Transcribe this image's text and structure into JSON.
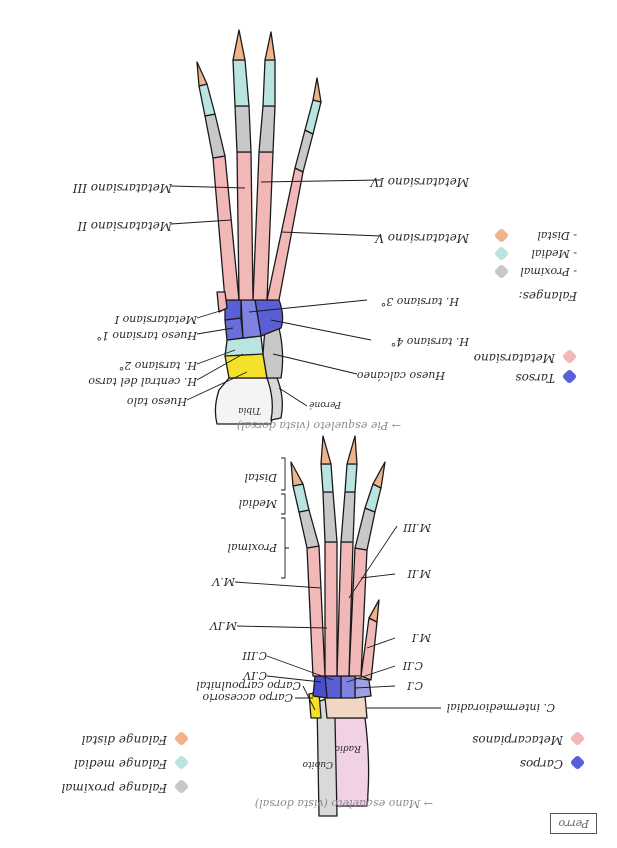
{
  "colors": {
    "metatarsal": "#f2b8b8",
    "tarsal": "#5b5fd6",
    "talus": "#f5e12a",
    "phalanx_proximal": "#c8c8c8",
    "phalanx_medial": "#b9e4e0",
    "phalanx_distal": "#f0b48a",
    "tibia": "#f4f4f4",
    "fibula": "#d9d9d9",
    "accessory": "#f5e12a",
    "radius": "#f1d1e4",
    "ulna": "#d9d9d9"
  },
  "hind": {
    "title": "→ Pie esqueleto (vista dorsal)",
    "labels": {
      "mt_iii": "Metatarsiano III",
      "mt_ii": "Metatarsiano II",
      "mt_iv": "Metatarsiano IV",
      "mt_v": "Metatarsiano V",
      "mt_i": "Metatarsiano I",
      "t3": "H. tarsiano 3°",
      "t1": "Hueso tarsiano 1°",
      "t2": "H. tarsiano 2°",
      "t4": "H. tarsiano 4°",
      "central": "H. central del tarso",
      "talus": "Hueso talo",
      "calcaneus": "Hueso calcáneo",
      "fibula": "Peroné",
      "tibia": "Tibia"
    },
    "legend": {
      "heading": "Falanges:",
      "proximal": "- Proximal",
      "medial": "- Medial",
      "distal": "- Distal",
      "tarsos": "Tarsos",
      "metatarsiano": "Metatarsiano"
    }
  },
  "fore": {
    "title": "→ Mano esqueleto (vista dorsal)",
    "box": "Perro",
    "labels": {
      "m_iii": "M.III",
      "m_ii": "M.II",
      "m_i": "M.I",
      "m_v": "M.V",
      "m_iv": "M.IV",
      "c_iii": "C.III",
      "c_iv": "C.IV",
      "c_ii": "C.II",
      "c_i": "C.I",
      "carpo_acc": "Carpo accesorio",
      "carpo_uln": "Carpo carpoulnital",
      "c_inter": "C. intermedioradial",
      "radio": "Radio",
      "cubito": "Cubito",
      "distal": "Distal",
      "medial": "Medial",
      "proximal": "Proximal"
    },
    "legend": {
      "carpos": "Carpos",
      "metacarpianos": "Metacarpianos",
      "f_proximal": "Falange proximal",
      "f_medial": "Falange medial",
      "f_distal": "Falange distal"
    }
  }
}
